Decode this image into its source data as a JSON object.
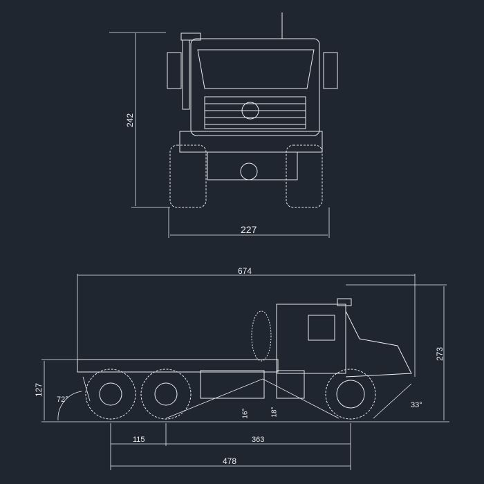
{
  "front_view": {
    "height_label": "242",
    "width_label": "227"
  },
  "side_view": {
    "length_label": "674",
    "height_label": "273",
    "frame_height_label": "127",
    "departure_angle_label": "72°",
    "approach_angle_label": "33°",
    "breakover_angle_1_label": "16°",
    "breakover_angle_2_label": "18°",
    "rear_axle_spacing_label": "115",
    "mid_wheelbase_label": "363",
    "wheelbase_label": "478"
  },
  "colors": {
    "background": "#1f2630",
    "line": "#e8ecef"
  }
}
